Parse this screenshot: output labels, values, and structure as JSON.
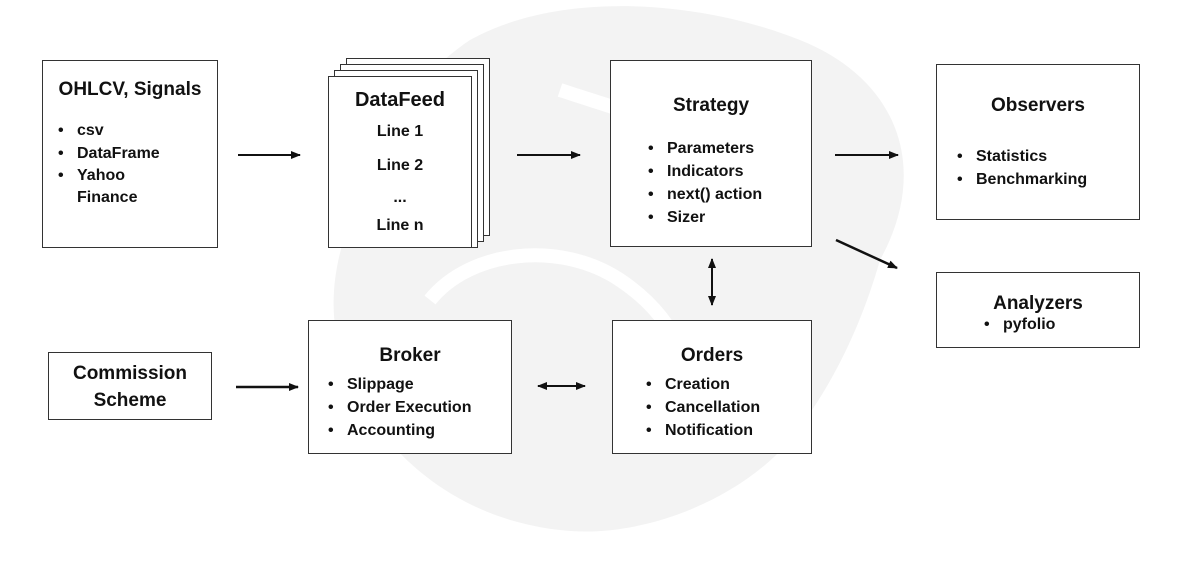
{
  "source": {
    "title": "OHLCV, Signals",
    "items": [
      "csv",
      "DataFrame",
      "Yahoo\nFinance"
    ]
  },
  "datafeed": {
    "title": "DataFeed",
    "lines": [
      "Line 1",
      "Line 2",
      "...",
      "Line n"
    ]
  },
  "strategy": {
    "title": "Strategy",
    "items": [
      "Parameters",
      "Indicators",
      "next() action",
      "Sizer"
    ]
  },
  "observers": {
    "title": "Observers",
    "items": [
      "Statistics",
      "Benchmarking"
    ]
  },
  "analyzers": {
    "title": "Analyzers",
    "items": [
      "pyfolio"
    ]
  },
  "commission": {
    "title_line1": "Commission",
    "title_line2": "Scheme"
  },
  "broker": {
    "title": "Broker",
    "items": [
      "Slippage",
      "Order Execution",
      "Accounting"
    ]
  },
  "orders": {
    "title": "Orders",
    "items": [
      "Creation",
      "Cancellation",
      "Notification"
    ]
  },
  "colors": {
    "border": "#333333",
    "arrow": "#111111",
    "watermark": "#f2f2f2"
  }
}
